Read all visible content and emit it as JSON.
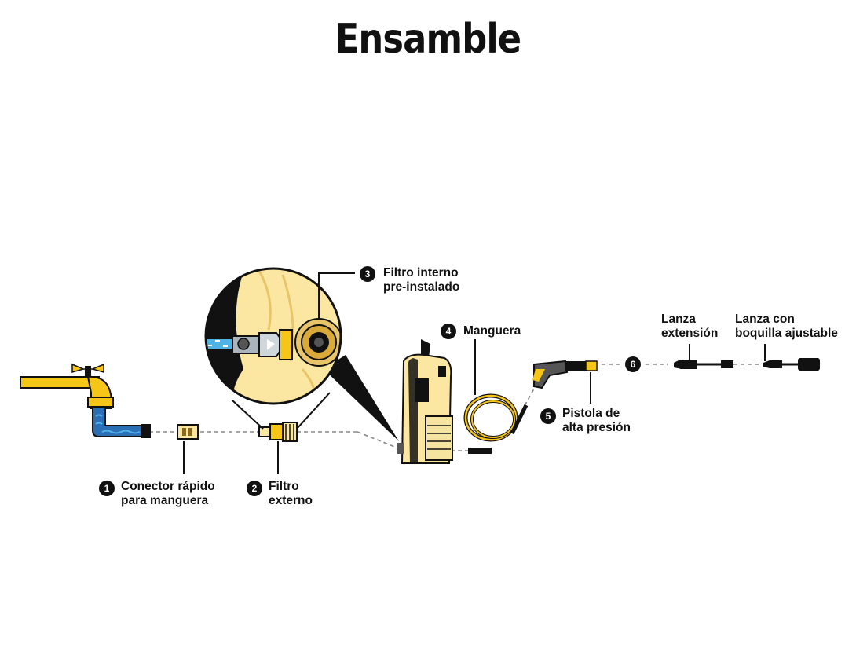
{
  "title": "Ensamble",
  "steps": [
    {
      "number": "1",
      "line1": "Conector rápido",
      "line2": "para manguera"
    },
    {
      "number": "2",
      "line1": "Filtro",
      "line2": "externo"
    },
    {
      "number": "3",
      "line1": "Filtro interno",
      "line2": "pre-instalado"
    },
    {
      "number": "4",
      "line1": "Manguera",
      "line2": ""
    },
    {
      "number": "5",
      "line1": "Pistola de",
      "line2": "alta presión"
    },
    {
      "number": "6",
      "line1": "",
      "line2": ""
    }
  ],
  "lanza_extension": {
    "line1": "Lanza",
    "line2": "extensión"
  },
  "lanza_boquilla": {
    "line1": "Lanza con",
    "line2": "boquilla ajustable"
  },
  "colors": {
    "yellow": "#f5c518",
    "cream": "#fbe7a1",
    "blue": "#2a6fb5",
    "light_blue": "#4fb3e6",
    "black": "#111111"
  }
}
